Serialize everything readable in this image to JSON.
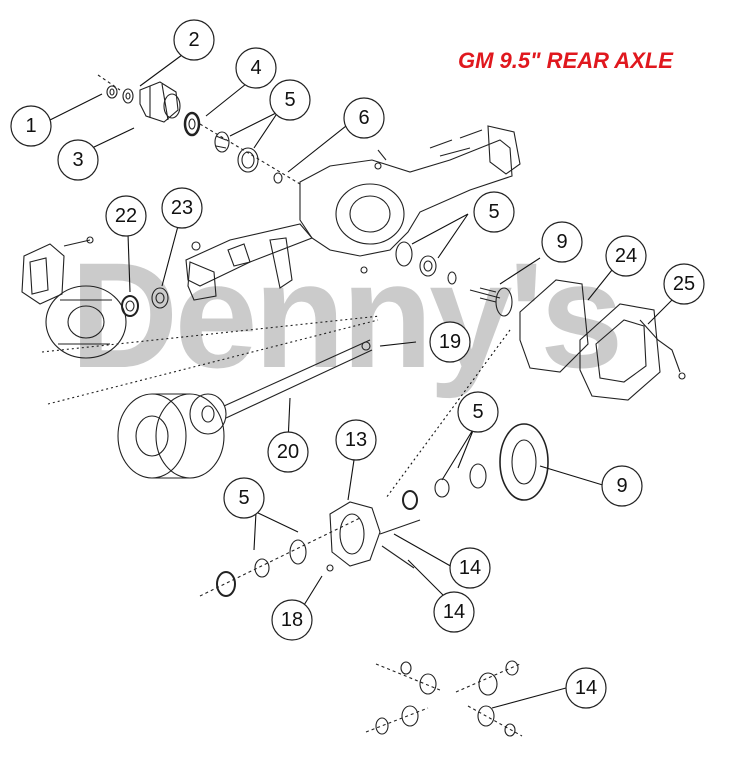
{
  "title": "GM 9.5\" REAR AXLE",
  "watermark": "Denny's",
  "colors": {
    "title": "#e0181e",
    "watermark": "#bdbdbd",
    "line": "#222222"
  },
  "callouts": [
    {
      "id": "c1",
      "label": "1"
    },
    {
      "id": "c2",
      "label": "2"
    },
    {
      "id": "c3",
      "label": "3"
    },
    {
      "id": "c4",
      "label": "4"
    },
    {
      "id": "c5a",
      "label": "5"
    },
    {
      "id": "c6",
      "label": "6"
    },
    {
      "id": "c22",
      "label": "22"
    },
    {
      "id": "c23",
      "label": "23"
    },
    {
      "id": "c5b",
      "label": "5"
    },
    {
      "id": "c9a",
      "label": "9"
    },
    {
      "id": "c24",
      "label": "24"
    },
    {
      "id": "c25",
      "label": "25"
    },
    {
      "id": "c19",
      "label": "19"
    },
    {
      "id": "c20",
      "label": "20"
    },
    {
      "id": "c13",
      "label": "13"
    },
    {
      "id": "c5c",
      "label": "5"
    },
    {
      "id": "c9b",
      "label": "9"
    },
    {
      "id": "c5d",
      "label": "5"
    },
    {
      "id": "c14a",
      "label": "14"
    },
    {
      "id": "c14b",
      "label": "14"
    },
    {
      "id": "c18",
      "label": "18"
    },
    {
      "id": "c14c",
      "label": "14"
    }
  ]
}
